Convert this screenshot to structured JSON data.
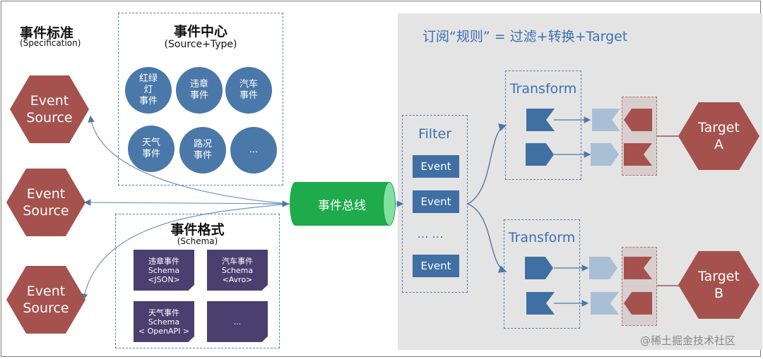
{
  "left": {
    "spec_title": "事件标准",
    "spec_subtitle": "(Specification)",
    "event_sources": [
      {
        "line1": "Event",
        "line2": "Source"
      },
      {
        "line1": "Event",
        "line2": "Source"
      },
      {
        "line1": "Event",
        "line2": "Source"
      }
    ]
  },
  "center_top": {
    "title": "事件中心",
    "subtitle": "(Source+Type)",
    "circles": [
      "红绿\n灯\n事件",
      "违章\n事件",
      "汽车\n事件",
      "天气\n事件",
      "路况\n事件",
      "..."
    ]
  },
  "center_bottom": {
    "title": "事件格式",
    "subtitle": "(Schema)",
    "schemas": [
      "违章事件\nSchema\n<JSON>",
      "汽车事件\nSchema\n<Avro>",
      "天气事件\nSchema\n< OpenAPI >",
      "..."
    ]
  },
  "bus": {
    "label": "事件总线"
  },
  "right": {
    "subscription_title": "订阅“规则” = 过滤+转换+Target",
    "filter_title": "Filter",
    "filter_items": [
      "Event",
      "Event",
      "… …",
      "Event"
    ],
    "transform_title_a": "Transform",
    "transform_title_b": "Transform",
    "target_a": {
      "line1": "Target",
      "line2": "A"
    },
    "target_b": {
      "line1": "Target",
      "line2": "B"
    }
  },
  "watermark": "@稀土掘金技术社区",
  "colors": {
    "hexagon": "#a5524f",
    "circle": "#4a78a8",
    "schema": "#4a3f6e",
    "bus": "#1faa4c",
    "flag": "#3f6fa3",
    "panel": "#e4e4e4",
    "title_blue": "#3b6fb6"
  }
}
